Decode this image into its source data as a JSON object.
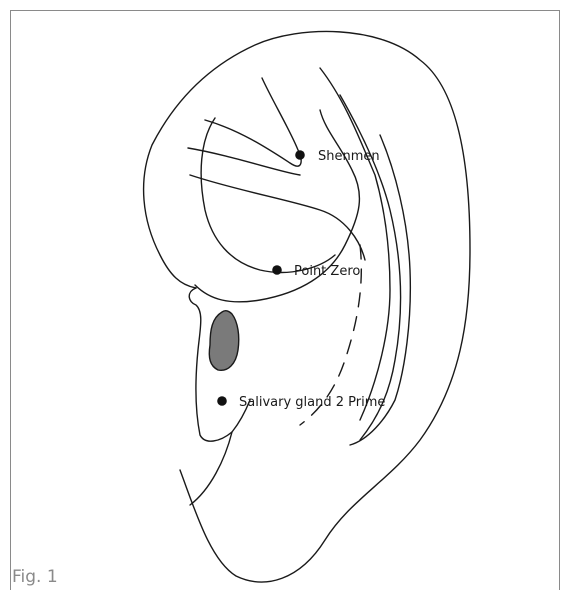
{
  "figure": {
    "caption": "Fig. 1"
  },
  "points": [
    {
      "id": "shenmen",
      "label": "Shenmen"
    },
    {
      "id": "point-zero",
      "label": "Point Zero"
    },
    {
      "id": "salivary-gland",
      "label": "Salivary gland 2 Prime"
    }
  ],
  "colors": {
    "outline": "#1a1a1a",
    "point": "#111111",
    "lobe_marker": "#7a7a7a",
    "frame": "#8a8a8a"
  }
}
